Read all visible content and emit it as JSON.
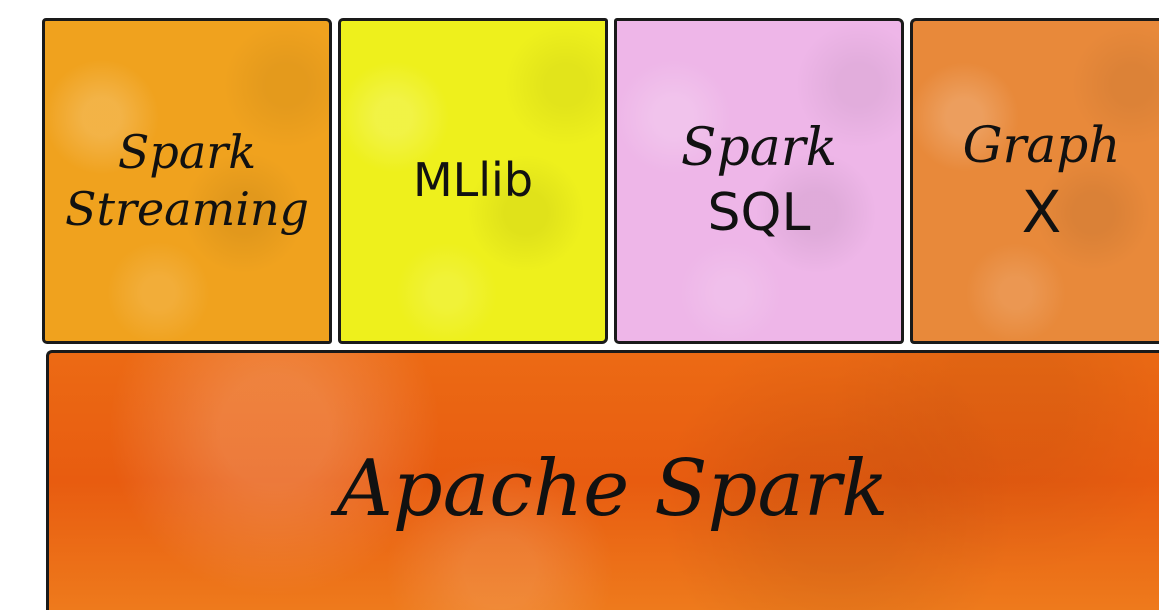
{
  "diagram": {
    "components": [
      {
        "lines": [
          "Spark",
          "Streaming"
        ],
        "color": "#f0a21e"
      },
      {
        "lines": [
          "MLlib"
        ],
        "color": "#eef01c"
      },
      {
        "lines": [
          "Spark",
          "SQL"
        ],
        "color": "#eeb6e8"
      },
      {
        "lines": [
          "Graph",
          "X"
        ],
        "color": "#e8893a"
      }
    ],
    "core": {
      "label": "Apache Spark",
      "color": "#ec6a14"
    }
  }
}
